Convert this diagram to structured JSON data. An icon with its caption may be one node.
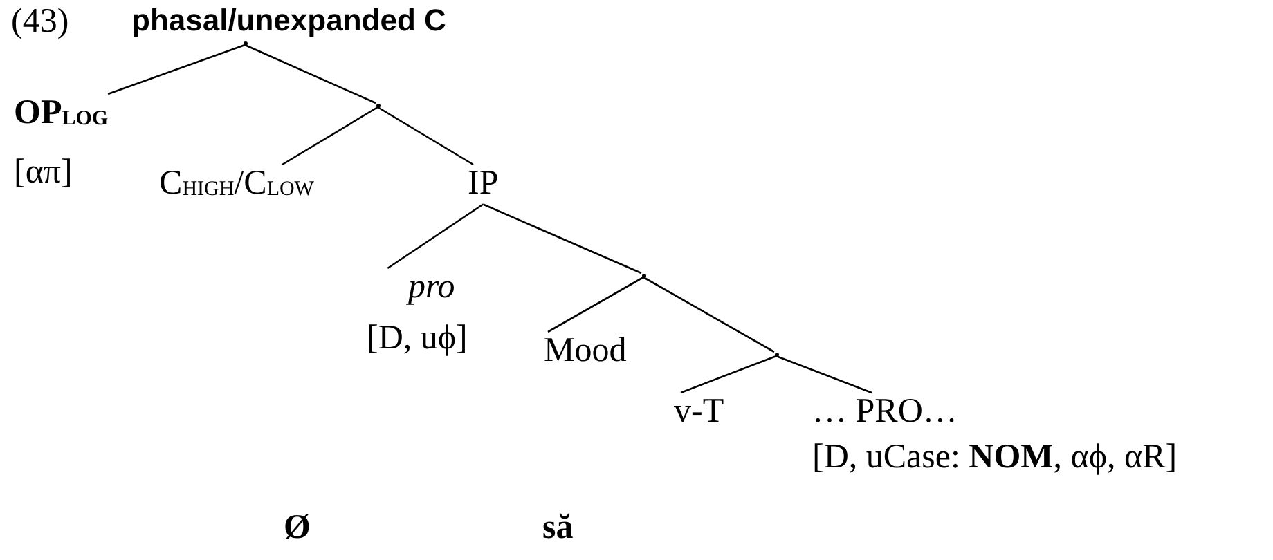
{
  "diagram": {
    "title": "phasal/unexpanded C",
    "nodes": [
      {
        "text": [],
        "shape": "point"
      },
      {
        "text": [
          "OP$_{LOG}$",
          "[απ]"
        ]
      },
      {
        "text": [],
        "shape": "point"
      },
      {
        "text": [
          "C$_{HIGH}$/C$_{LOW}$"
        ]
      },
      {
        "text": [
          "IP"
        ]
      },
      {
        "text": [
          "pro",
          "[D, uϕ]"
        ]
      },
      {
        "text": [],
        "shape": "point"
      },
      {
        "text": [
          "Mood"
        ]
      },
      {
        "text": [],
        "shape": "point"
      },
      {
        "text": [
          "v-T"
        ]
      },
      {
        "text": [
          "… PRO…",
          "[D, uCase: **NOM**, αϕ, αR]"
        ]
      }
    ],
    "edges": [
      {
        "from": 0,
        "to": 1,
        "arrow": "none"
      },
      {
        "from": 0,
        "to": 2,
        "arrow": "none"
      },
      {
        "from": 2,
        "to": 3,
        "arrow": "none"
      },
      {
        "from": 2,
        "to": 4,
        "arrow": "none"
      },
      {
        "from": 4,
        "to": 5,
        "arrow": "none"
      },
      {
        "from": 4,
        "to": 6,
        "arrow": "none"
      },
      {
        "from": 6,
        "to": 7,
        "arrow": "none"
      },
      {
        "from": 6,
        "to": 8,
        "arrow": "none"
      },
      {
        "from": 8,
        "to": 9,
        "arrow": "none"
      },
      {
        "from": 8,
        "to": 10,
        "arrow": "none"
      }
    ],
    "labels": [
      "(43)",
      "Ø",
      "să"
    ]
  }
}
